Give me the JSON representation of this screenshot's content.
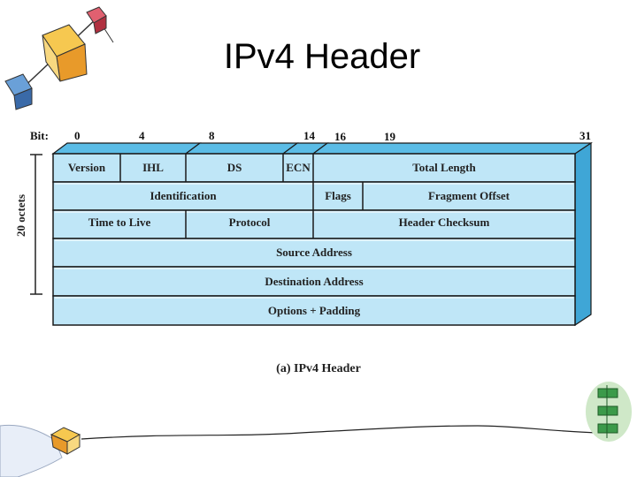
{
  "title": "IPv4 Header",
  "bit_prefix": "Bit:",
  "bit_ticks": [
    "0",
    "4",
    "8",
    "14",
    "16",
    "19",
    "31"
  ],
  "octets_label": "20 octets",
  "fields": {
    "version": "Version",
    "ihl": "IHL",
    "ds": "DS",
    "ecn": "ECN",
    "total_length": "Total Length",
    "identification": "Identification",
    "flags": "Flags",
    "fragment_offset": "Fragment Offset",
    "ttl": "Time to Live",
    "protocol": "Protocol",
    "header_checksum": "Header Checksum",
    "source_address": "Source Address",
    "destination_address": "Destination Address",
    "options_padding": "Options + Padding"
  },
  "caption": "(a) IPv4 Header",
  "colors": {
    "field_fill": "#bfe6f7",
    "top_face": "#5bbce6",
    "side_face": "#3fa6d6",
    "outline": "#1a1a1a"
  }
}
